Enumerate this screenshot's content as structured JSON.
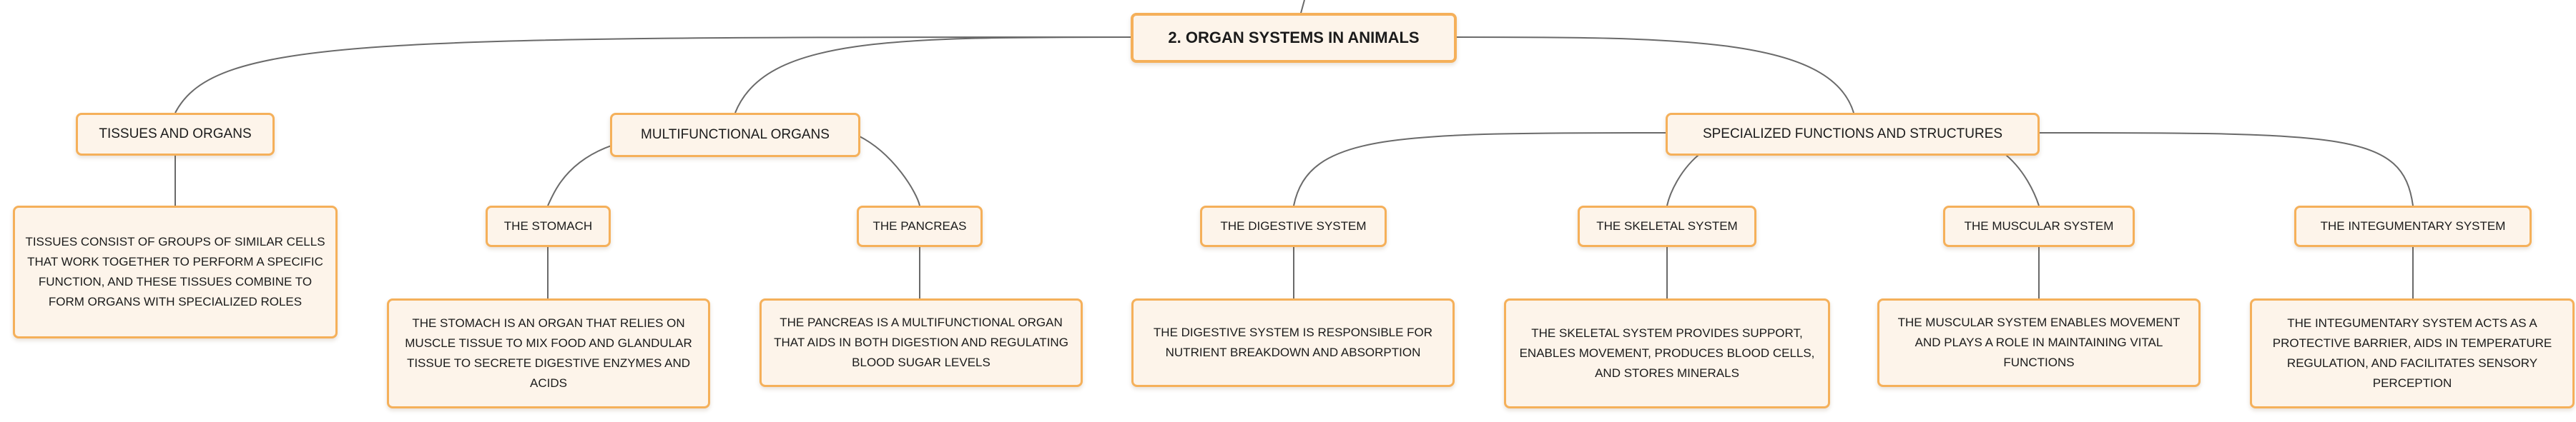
{
  "root": {
    "label": "2. ORGAN SYSTEMS IN ANIMALS"
  },
  "branches": [
    {
      "label": "TISSUES AND ORGANS",
      "leaf": "TISSUES CONSIST OF GROUPS OF SIMILAR CELLS THAT WORK TOGETHER TO PERFORM A SPECIFIC FUNCTION, AND THESE TISSUES COMBINE TO FORM ORGANS WITH SPECIALIZED ROLES"
    },
    {
      "label": "MULTIFUNCTIONAL ORGANS",
      "children": [
        {
          "label": "THE STOMACH",
          "leaf": "THE STOMACH IS AN ORGAN THAT RELIES ON MUSCLE TISSUE TO MIX FOOD AND GLANDULAR TISSUE TO SECRETE DIGESTIVE ENZYMES AND ACIDS"
        },
        {
          "label": "THE PANCREAS",
          "leaf": "THE PANCREAS IS A MULTIFUNCTIONAL ORGAN THAT AIDS IN BOTH DIGESTION AND REGULATING BLOOD SUGAR LEVELS"
        }
      ]
    },
    {
      "label": "SPECIALIZED FUNCTIONS AND STRUCTURES",
      "children": [
        {
          "label": "THE DIGESTIVE SYSTEM",
          "leaf": "THE DIGESTIVE SYSTEM IS RESPONSIBLE FOR NUTRIENT BREAKDOWN AND ABSORPTION"
        },
        {
          "label": "THE SKELETAL SYSTEM",
          "leaf": "THE SKELETAL SYSTEM PROVIDES SUPPORT, ENABLES MOVEMENT, PRODUCES BLOOD CELLS, AND STORES MINERALS"
        },
        {
          "label": "THE MUSCULAR SYSTEM",
          "leaf": "THE MUSCULAR SYSTEM ENABLES MOVEMENT AND PLAYS A ROLE IN MAINTAINING VITAL FUNCTIONS"
        },
        {
          "label": "THE INTEGUMENTARY SYSTEM",
          "leaf": "THE INTEGUMENTARY SYSTEM ACTS AS A PROTECTIVE BARRIER, AIDS IN TEMPERATURE REGULATION, AND FACILITATES SENSORY PERCEPTION"
        }
      ]
    }
  ],
  "colors": {
    "node_fill": "#fdf4ea",
    "node_border": "#f5b05a",
    "connector": "#6a6a6a",
    "text": "#1b1b1b"
  }
}
